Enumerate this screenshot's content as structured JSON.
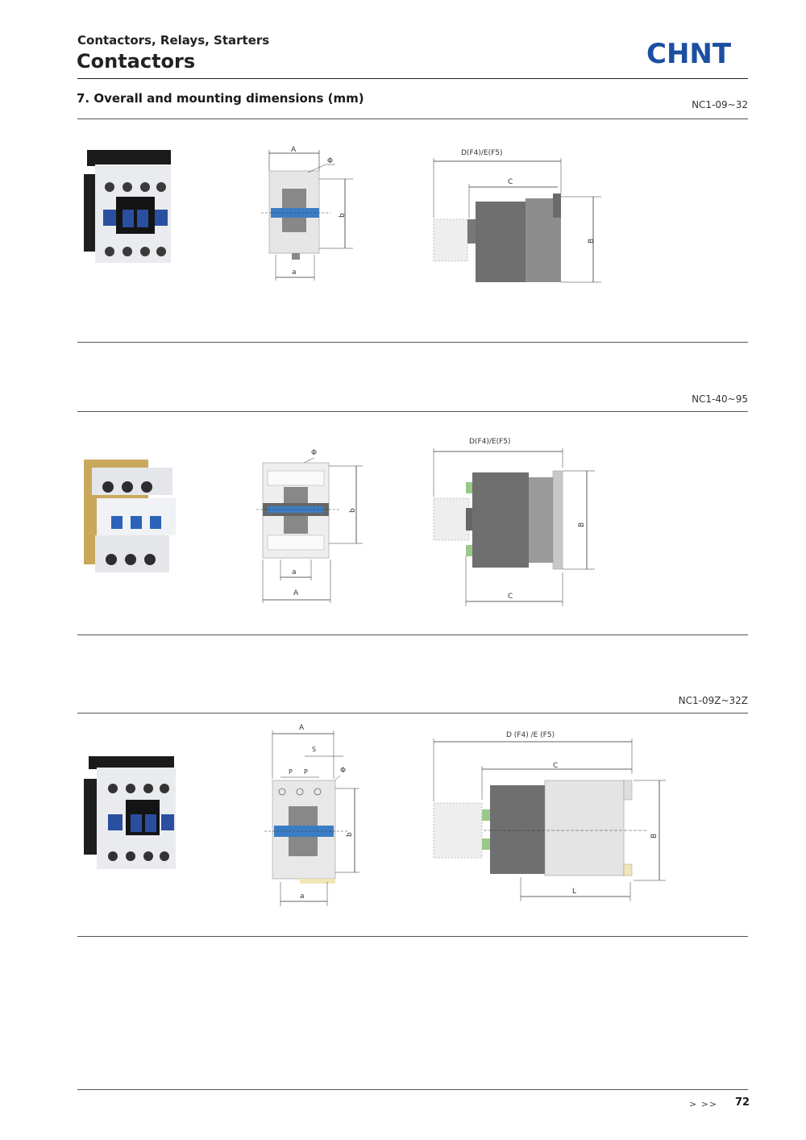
{
  "header": {
    "category": "Contactors, Relays, Starters",
    "title": "Contactors",
    "logo_text": "CHNT",
    "brand_color": "#1b4fa0"
  },
  "section": {
    "title": "7. Overall and mounting dimensions (mm)"
  },
  "products": [
    {
      "model": "NC1-09~32",
      "front_labels": {
        "A": "A",
        "a": "a",
        "b": "b",
        "phi": "Φ"
      },
      "side_labels": {
        "D": "D(F4)/E(F5)",
        "C": "C",
        "B": "B"
      }
    },
    {
      "model": "NC1-40~95",
      "front_labels": {
        "A": "A",
        "a": "a",
        "b": "b",
        "phi": "Φ"
      },
      "side_labels": {
        "D": "D(F4)/E(F5)",
        "C": "C",
        "B": "B"
      }
    },
    {
      "model": "NC1-09Z~32Z",
      "front_labels": {
        "A": "A",
        "a": "a",
        "b": "b",
        "phi": "Φ",
        "S": "S",
        "P1": "P",
        "P2": "P"
      },
      "side_labels": {
        "D": "D (F4) /E (F5)",
        "C": "C",
        "B": "B",
        "L": "L"
      }
    }
  ],
  "footer": {
    "nav": ">  >>",
    "page": "72"
  }
}
